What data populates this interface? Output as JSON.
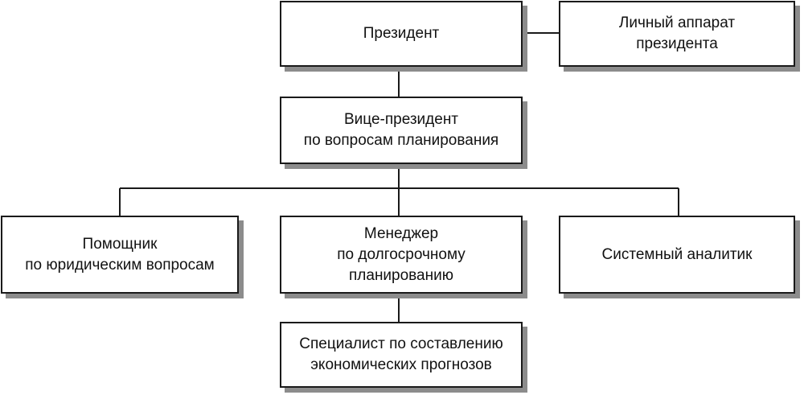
{
  "org_chart": {
    "nodes": {
      "president": "Президент",
      "staff": "Личный аппарат\nпрезидента",
      "vp": "Вице-президент\nпо вопросам планирования",
      "legal": "Помощник\nпо юридическим вопросам",
      "manager": "Менеджер\nпо долгосрочному\nпланированию",
      "analyst": "Системный аналитик",
      "forecast": "Специалист по составлению\nэкономических прогнозов"
    },
    "edges": [
      {
        "from": "president",
        "to": "staff"
      },
      {
        "from": "president",
        "to": "vp"
      },
      {
        "from": "vp",
        "to": "legal"
      },
      {
        "from": "vp",
        "to": "manager"
      },
      {
        "from": "vp",
        "to": "analyst"
      },
      {
        "from": "manager",
        "to": "forecast"
      }
    ]
  }
}
